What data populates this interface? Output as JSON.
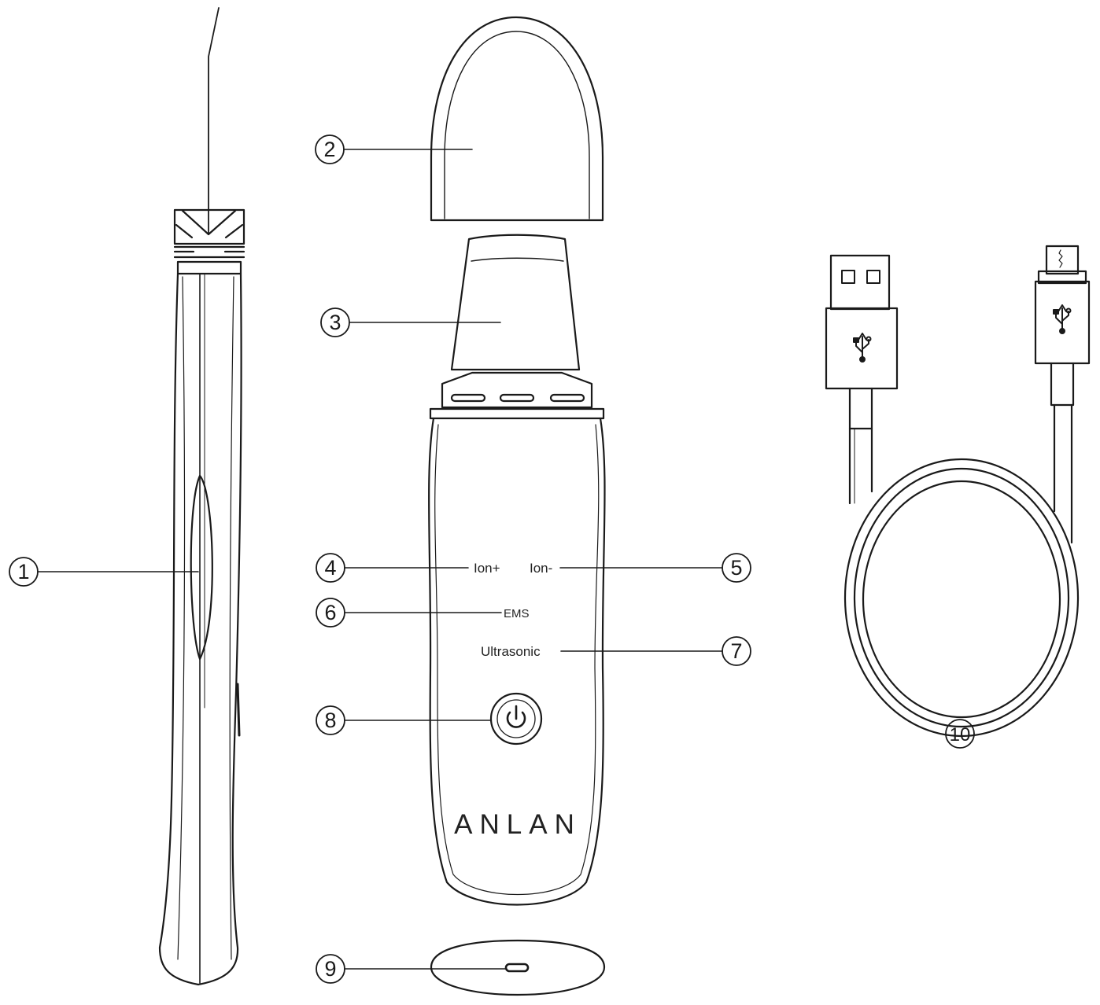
{
  "callouts": {
    "c1": "1",
    "c2": "2",
    "c3": "3",
    "c4": "4",
    "c5": "5",
    "c6": "6",
    "c7": "7",
    "c8": "8",
    "c9": "9",
    "c10": "10"
  },
  "labels": {
    "ion_plus": "Ion+",
    "ion_minus": "Ion-",
    "ems": "EMS",
    "ultrasonic": "Ultrasonic"
  },
  "brand": "ANLAN",
  "colors": {
    "line": "#1a1a1a",
    "background": "#ffffff"
  }
}
